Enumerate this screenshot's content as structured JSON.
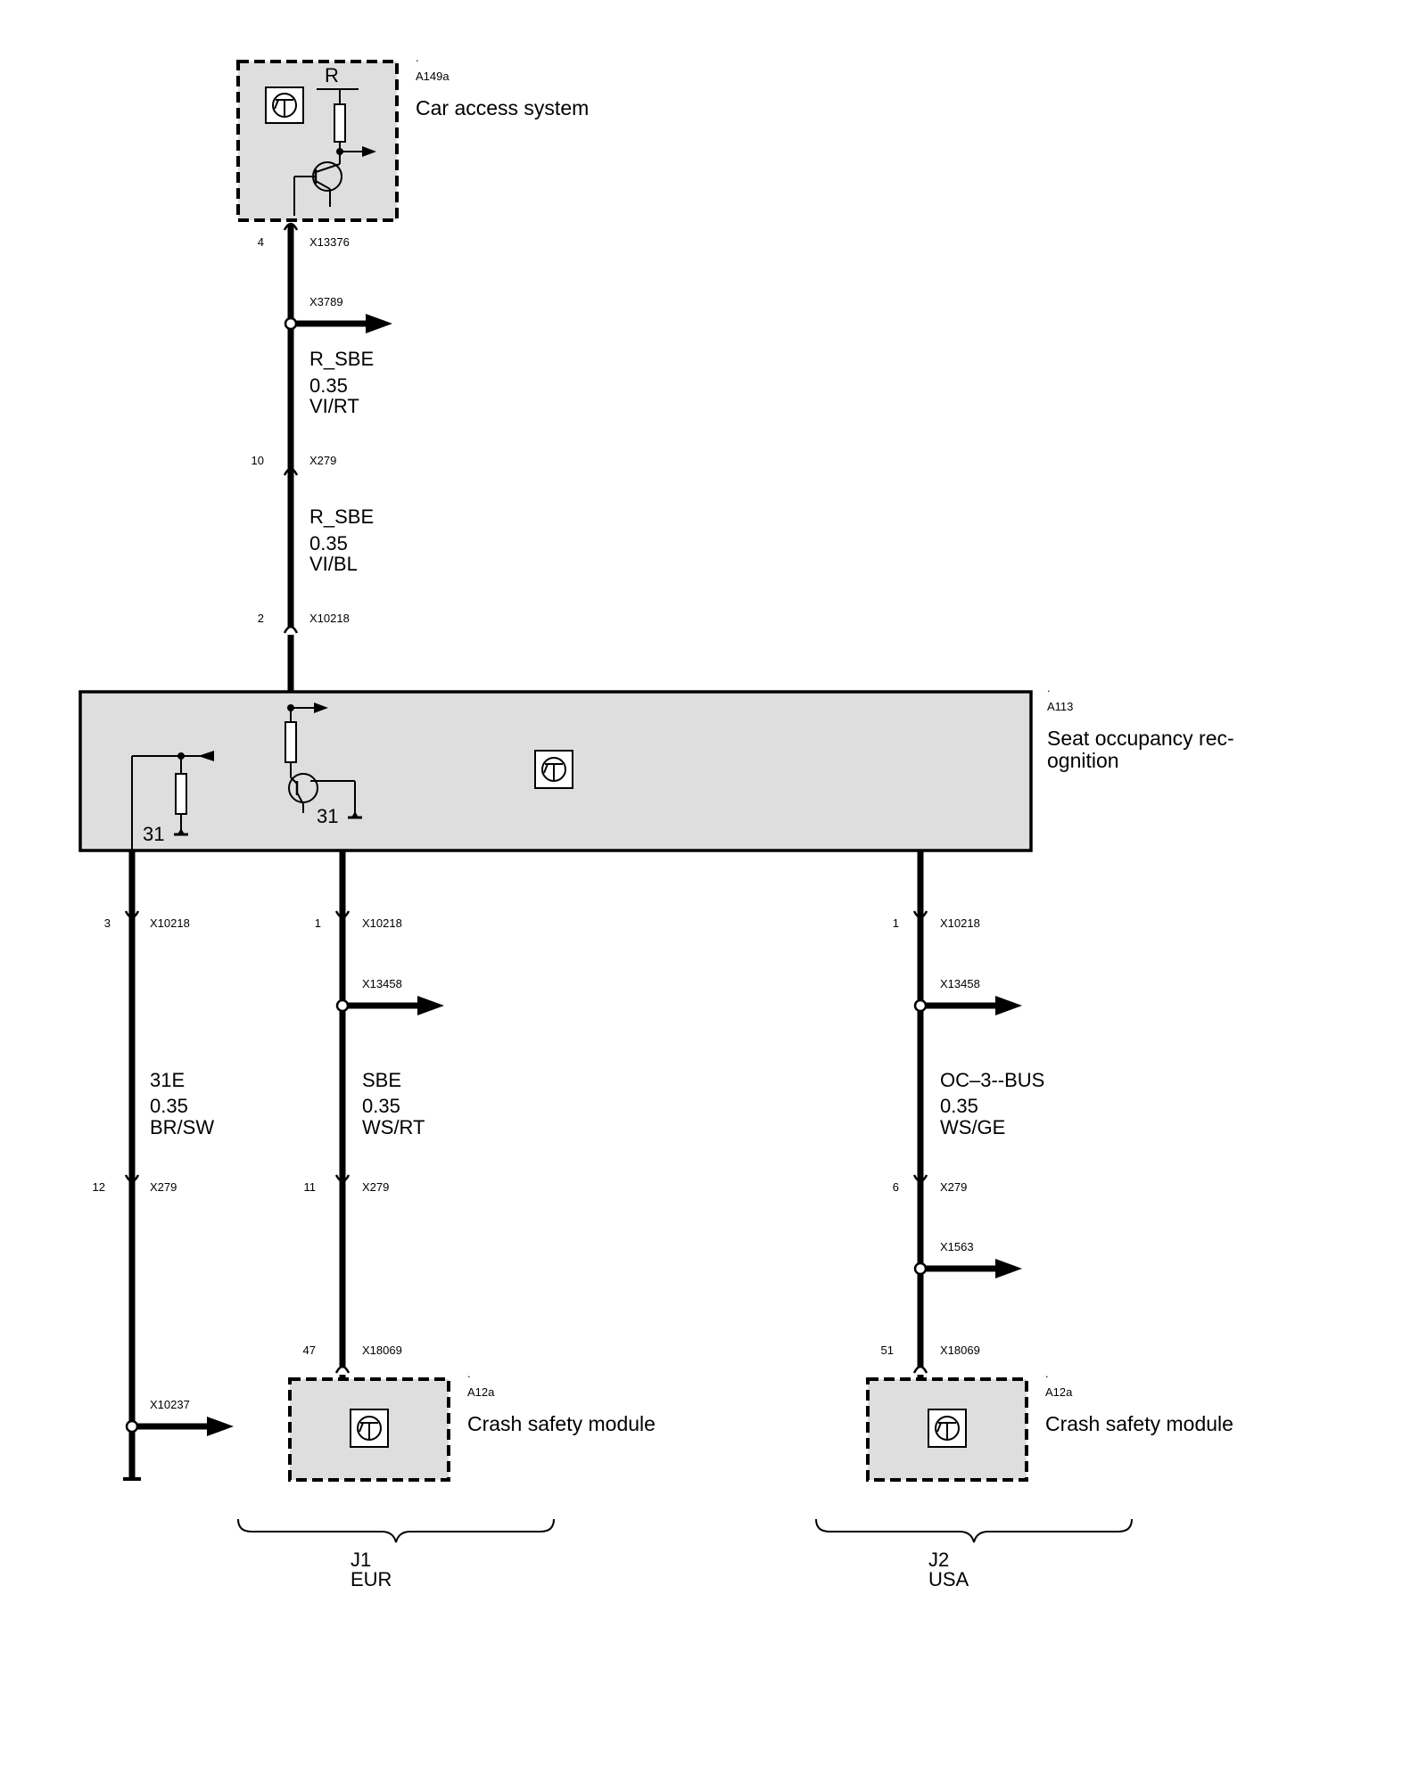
{
  "modules": {
    "cas": {
      "dot": ".",
      "id": "A149a",
      "name": "Car access system",
      "pin_label": "R"
    },
    "sor": {
      "dot": ".",
      "id": "A113",
      "name_line1": "Seat occupancy rec-",
      "name_line2": "ognition",
      "ground_left": "31",
      "ground_right": "31"
    },
    "csm1": {
      "dot": ".",
      "id": "A12a",
      "name": "Crash safety module"
    },
    "csm2": {
      "dot": ".",
      "id": "A12a",
      "name": "Crash safety module"
    }
  },
  "wires": {
    "top": {
      "c1_pin": "4",
      "c1": "X13376",
      "branch": "X3789",
      "seg1_signal": "R_SBE",
      "seg1_size": "0.35",
      "seg1_color": "VI/RT",
      "c2_pin": "10",
      "c2": "X279",
      "seg2_signal": "R_SBE",
      "seg2_size": "0.35",
      "seg2_color": "VI/BL",
      "c3_pin": "2",
      "c3": "X10218"
    },
    "left": {
      "c1_pin": "3",
      "c1": "X10218",
      "signal": "31E",
      "size": "0.35",
      "color": "BR/SW",
      "c2_pin": "12",
      "c2": "X279",
      "branch": "X10237"
    },
    "mid": {
      "c1_pin": "1",
      "c1": "X10218",
      "branch": "X13458",
      "signal": "SBE",
      "size": "0.35",
      "color": "WS/RT",
      "c2_pin": "11",
      "c2": "X279",
      "c3_pin": "47",
      "c3": "X18069"
    },
    "right": {
      "c1_pin": "1",
      "c1": "X10218",
      "branch1": "X13458",
      "signal": "OC–3--BUS",
      "size": "0.35",
      "color": "WS/GE",
      "c2_pin": "6",
      "c2": "X279",
      "branch2": "X1563",
      "c3_pin": "51",
      "c3": "X18069"
    }
  },
  "variants": {
    "j1": {
      "code": "J1",
      "region": "EUR"
    },
    "j2": {
      "code": "J2",
      "region": "USA"
    }
  }
}
